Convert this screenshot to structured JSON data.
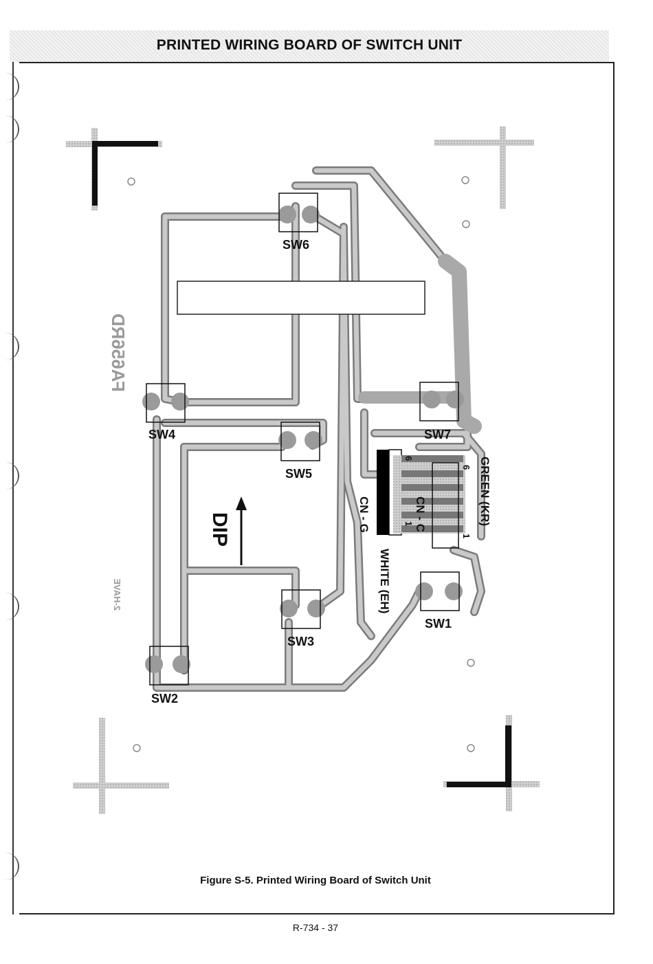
{
  "header": {
    "title": "PRINTED WIRING BOARD OF SWITCH UNIT"
  },
  "diagram": {
    "switches": {
      "sw1": "SW1",
      "sw2": "SW2",
      "sw3": "SW3",
      "sw4": "SW4",
      "sw5": "SW5",
      "sw6": "SW6",
      "sw7": "SW7"
    },
    "connectors": {
      "cn_g": "CN - G",
      "cn_c": "CN - C",
      "white": "WHITE (EH)",
      "green": "GREEN (KR)",
      "pin_cng_6": "6",
      "pin_cnc_6": "6",
      "pin_cnc_1": "1",
      "pin_green_1": "1"
    },
    "dip_label": "DIP",
    "mirrored_part_number": "FA656RD",
    "mirrored_small_mark": "2-HAVE"
  },
  "colors": {
    "trace": "#b7b7b7",
    "trace_edge": "#7a7a7a",
    "ink": "#111111",
    "connector": "#000000"
  },
  "footer": {
    "caption": "Figure S-5. Printed Wiring Board of Switch Unit",
    "page_number": "R-734 - 37"
  }
}
